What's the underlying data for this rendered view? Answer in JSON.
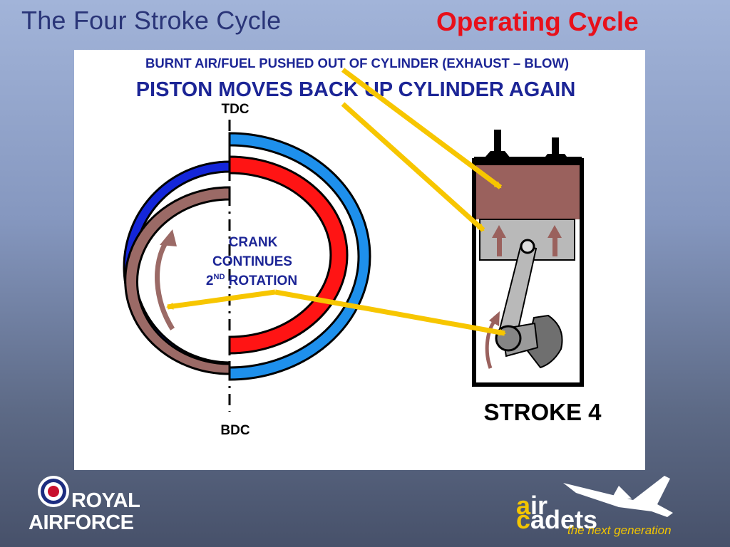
{
  "title": "The Four Stroke Cycle",
  "subtitle": "Operating Cycle",
  "diagram": {
    "heading_line1": "BURNT AIR/FUEL PUSHED OUT OF CYLINDER (EXHAUST – BLOW)",
    "heading_line2": "PISTON MOVES BACK UP CYLINDER AGAIN",
    "tdc_label": "TDC",
    "bdc_label": "BDC",
    "crank_line1": "CRANK",
    "crank_line2": "CONTINUES",
    "crank_line3_pre": "2",
    "crank_line3_sup": "ND",
    "crank_line3_post": " ROTATION",
    "stroke_label": "STROKE 4"
  },
  "logos": {
    "raf_line1": "ROYAL",
    "raf_line2_a": "AIR",
    "raf_line2_b": "FORCE",
    "cadets_air_a": "a",
    "cadets_air_b": "ir",
    "cadets_c": "c",
    "cadets_rest": "adets",
    "cadets_tagline": "the next generation"
  },
  "colors": {
    "title": "#2a3578",
    "subtitle": "#e8101a",
    "heading_text": "#1c2596",
    "outer_ring_blue": "#1426d9",
    "outer_ring_light_blue": "#1e90ec",
    "inner_ring_red": "#ff1414",
    "inner_ring_brown": "#9b6a66",
    "arrow_yellow": "#f7c600",
    "combustion_brown": "#9a615d",
    "piston_gray": "#b9b9b9"
  }
}
